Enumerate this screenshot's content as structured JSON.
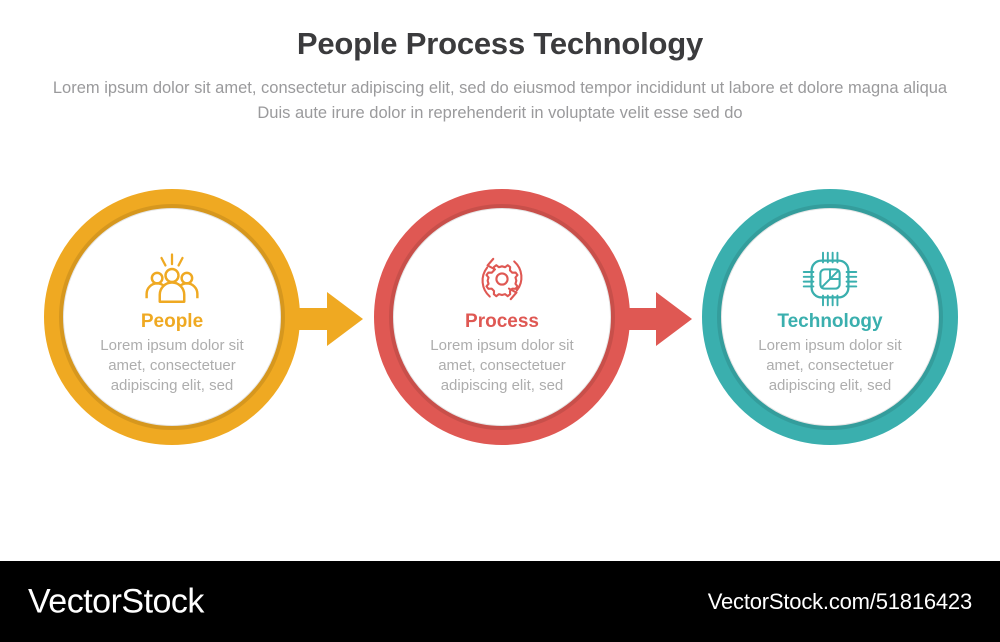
{
  "header": {
    "title": "People Process Technology",
    "subtitle": "Lorem ipsum dolor sit amet, consectetur adipiscing elit, sed do eiusmod tempor incididunt ut labore et dolore magna aliqua Duis aute irure dolor in reprehenderit in voluptate velit esse sed do"
  },
  "diagram": {
    "type": "process-flow",
    "orientation": "horizontal",
    "step_count": 3,
    "steps": [
      {
        "heading": "People",
        "description": "Lorem ipsum dolor sit amet, consectetuer adipiscing elit, sed",
        "color": "#EFA922",
        "ring_color": "#EFA922",
        "icon": "people-group-icon"
      },
      {
        "heading": "Process",
        "description": "Lorem ipsum dolor sit amet, consectetuer adipiscing elit, sed",
        "color": "#DF5853",
        "ring_color": "#DF5853",
        "icon": "gear-cycle-icon"
      },
      {
        "heading": "Technology",
        "description": "Lorem ipsum dolor sit amet, consectetuer adipiscing elit, sed",
        "color": "#3AAFAE",
        "ring_color": "#3AAFAE",
        "icon": "cpu-chip-icon"
      }
    ],
    "connectors": [
      {
        "from": "People",
        "to": "Process",
        "color": "#EFA922",
        "icon": "arrow-right-icon"
      },
      {
        "from": "Process",
        "to": "Technology",
        "color": "#DF5853",
        "icon": "arrow-right-icon"
      }
    ]
  },
  "footer": {
    "logo": "VectorStock",
    "url": "VectorStock.com/51816423",
    "background": "#000000"
  },
  "theme": {
    "background": "#FFFFFF",
    "title_color": "#3B3B3D",
    "subtitle_color": "#9A9A9C",
    "body_text_color": "#ADADAD"
  }
}
